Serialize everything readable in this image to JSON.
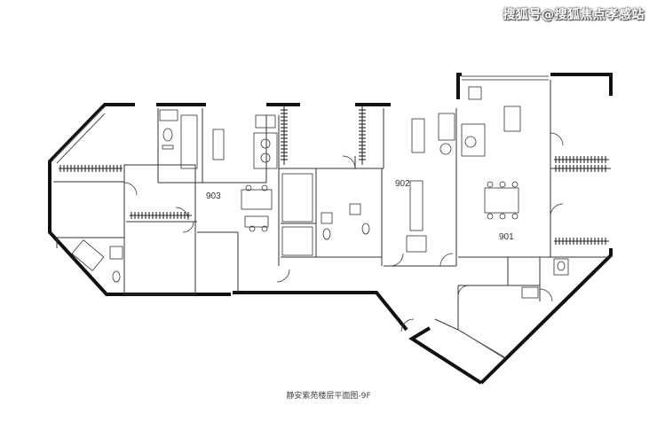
{
  "watermark": "搜狐号@搜狐焦点孝感站",
  "caption": "静安紫苑楼层平面图-9F",
  "units": [
    {
      "id": "903",
      "label": "903"
    },
    {
      "id": "902",
      "label": "902"
    },
    {
      "id": "901",
      "label": "901"
    }
  ]
}
